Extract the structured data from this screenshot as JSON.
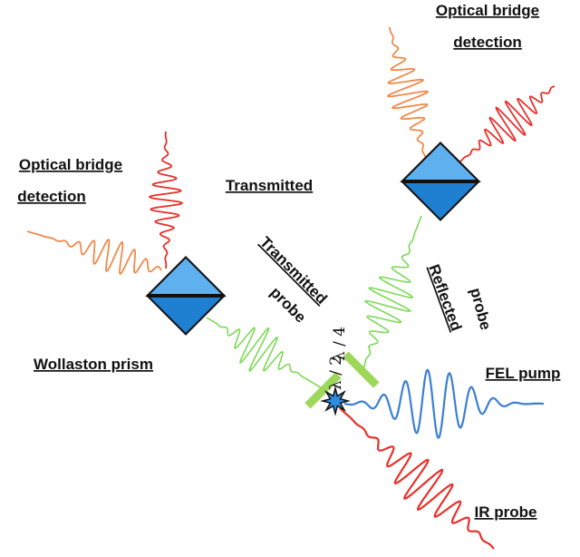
{
  "labels": {
    "optical_bridge_top_line1": "Optical bridge",
    "optical_bridge_top_line2": "detection",
    "optical_bridge_left_line1": "Optical bridge",
    "optical_bridge_left_line2": "detection",
    "transmitted": "Transmitted",
    "transmitted_probe_line1": "Transmitted",
    "transmitted_probe_line2": "probe",
    "reflected_probe_line1": "Reflected",
    "reflected_probe_line2": "probe",
    "wollaston_prism": "Wollaston prism",
    "fel_pump": "FEL pump",
    "ir_probe": "IR probe",
    "half_wave": "λ / 2",
    "quarter_wave": "λ / 4"
  },
  "colors": {
    "orange": "#f08a4b",
    "red": "#e8322c",
    "green": "#7ed957",
    "blue": "#3b7fd4",
    "prism_light": "#5fb0ef",
    "prism_dark": "#1f7fd1",
    "waveplate": "#9ed85a",
    "star": "#2f8de0"
  }
}
